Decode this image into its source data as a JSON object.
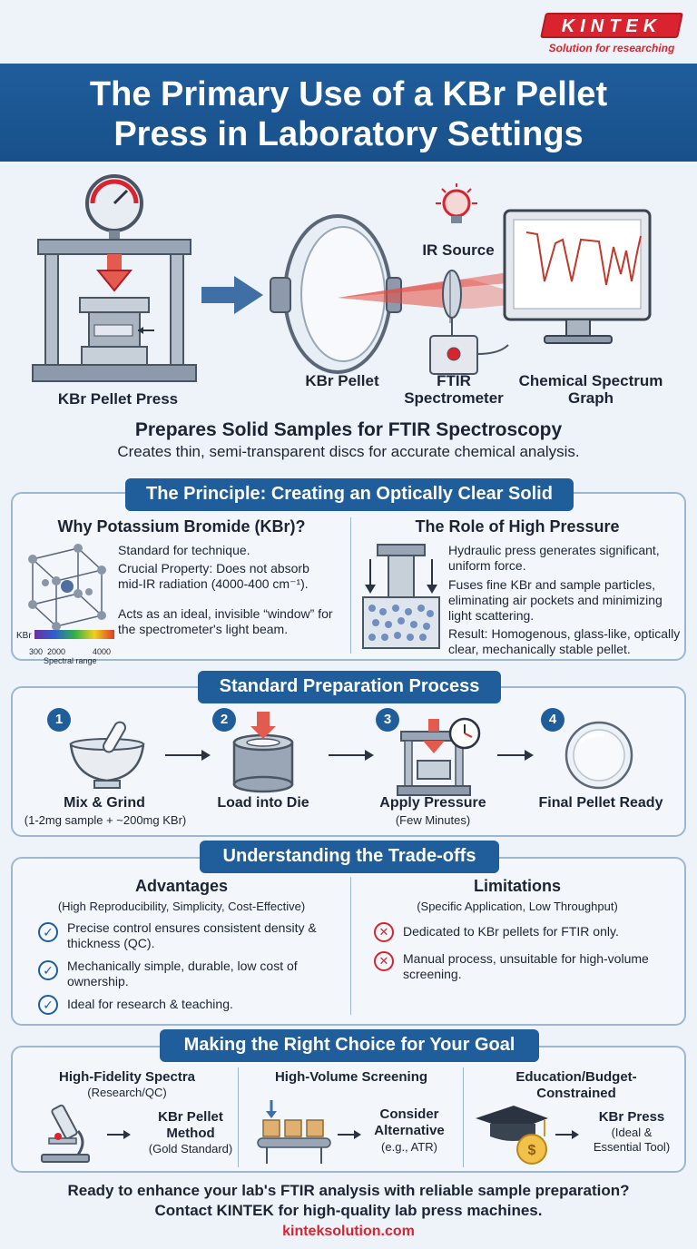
{
  "brand": {
    "logo_text": "KINTEK",
    "tagline": "Solution for researching",
    "accent": "#d9232e",
    "primary": "#1f5d9b"
  },
  "title": {
    "line1": "The Primary Use of a KBr Pellet",
    "line2": "Press in Laboratory Settings"
  },
  "hero": {
    "press_label": "KBr Pellet Press",
    "pellet_label": "KBr Pellet",
    "ir_label": "IR Source",
    "ftir_line1": "FTIR",
    "ftir_line2": "Spectrometer",
    "graph_line1": "Chemical Spectrum",
    "graph_line2": "Graph",
    "heading": "Prepares Solid Samples for FTIR Spectroscopy",
    "subheading": "Creates thin, semi-transparent discs for accurate chemical analysis."
  },
  "principle": {
    "pill": "The Principle: Creating an Optically Clear Solid",
    "left_head": "Why Potassium Bromide (KBr)?",
    "left_p1": "Standard for technique.",
    "left_p2": "Crucial Property: Does not absorb mid-IR radiation (4000-400 cm⁻¹).",
    "left_p3": "Acts as an ideal, invisible “window” for the spectrometer's light beam.",
    "kbr_label": "KBr",
    "tick_300": "300",
    "tick_2000": "2000",
    "tick_4000": "4000",
    "range_label": "Spectral range",
    "right_head": "The Role of High Pressure",
    "right_p1": "Hydraulic press generates significant, uniform force.",
    "right_p2": "Fuses fine KBr and sample particles, eliminating air pockets and minimizing light scattering.",
    "right_p3": "Result: Homogenous, glass-like, optically clear, mechanically stable pellet."
  },
  "process": {
    "pill": "Standard Preparation Process",
    "steps": [
      {
        "num": "1",
        "label": "Mix & Grind",
        "sub": "(1-2mg sample + ~200mg KBr)"
      },
      {
        "num": "2",
        "label": "Load into Die",
        "sub": ""
      },
      {
        "num": "3",
        "label": "Apply Pressure",
        "sub": "(Few Minutes)"
      },
      {
        "num": "4",
        "label": "Final Pellet Ready",
        "sub": ""
      }
    ]
  },
  "tradeoffs": {
    "pill": "Understanding the Trade-offs",
    "adv_head": "Advantages",
    "adv_sub": "(High Reproducibility, Simplicity, Cost-Effective)",
    "adv_items": [
      "Precise control ensures consistent density & thickness (QC).",
      "Mechanically simple, durable, low cost of ownership.",
      "Ideal for research & teaching."
    ],
    "lim_head": "Limitations",
    "lim_sub": "(Specific Application, Low Throughput)",
    "lim_items": [
      "Dedicated to KBr pellets for FTIR only.",
      "Manual process, unsuitable for high-volume screening."
    ]
  },
  "choice": {
    "pill": "Making the Right Choice for Your Goal",
    "goals": [
      {
        "head": "High-Fidelity Spectra",
        "sub": "(Research/QC)",
        "res1": "KBr Pellet",
        "res2": "Method",
        "note": "(Gold Standard)"
      },
      {
        "head": "High-Volume Screening",
        "sub": "",
        "res1": "Consider",
        "res2": "Alternative",
        "note": "(e.g., ATR)"
      },
      {
        "head": "Education/Budget-",
        "sub": "Constrained",
        "res1": "KBr Press",
        "res2": "(Ideal &",
        "note": "Essential Tool)"
      }
    ]
  },
  "cta": {
    "line1": "Ready to enhance your lab's FTIR analysis with reliable sample preparation?",
    "line2": "Contact KINTEK for high-quality lab press machines.",
    "url": "kinteksolution.com"
  }
}
